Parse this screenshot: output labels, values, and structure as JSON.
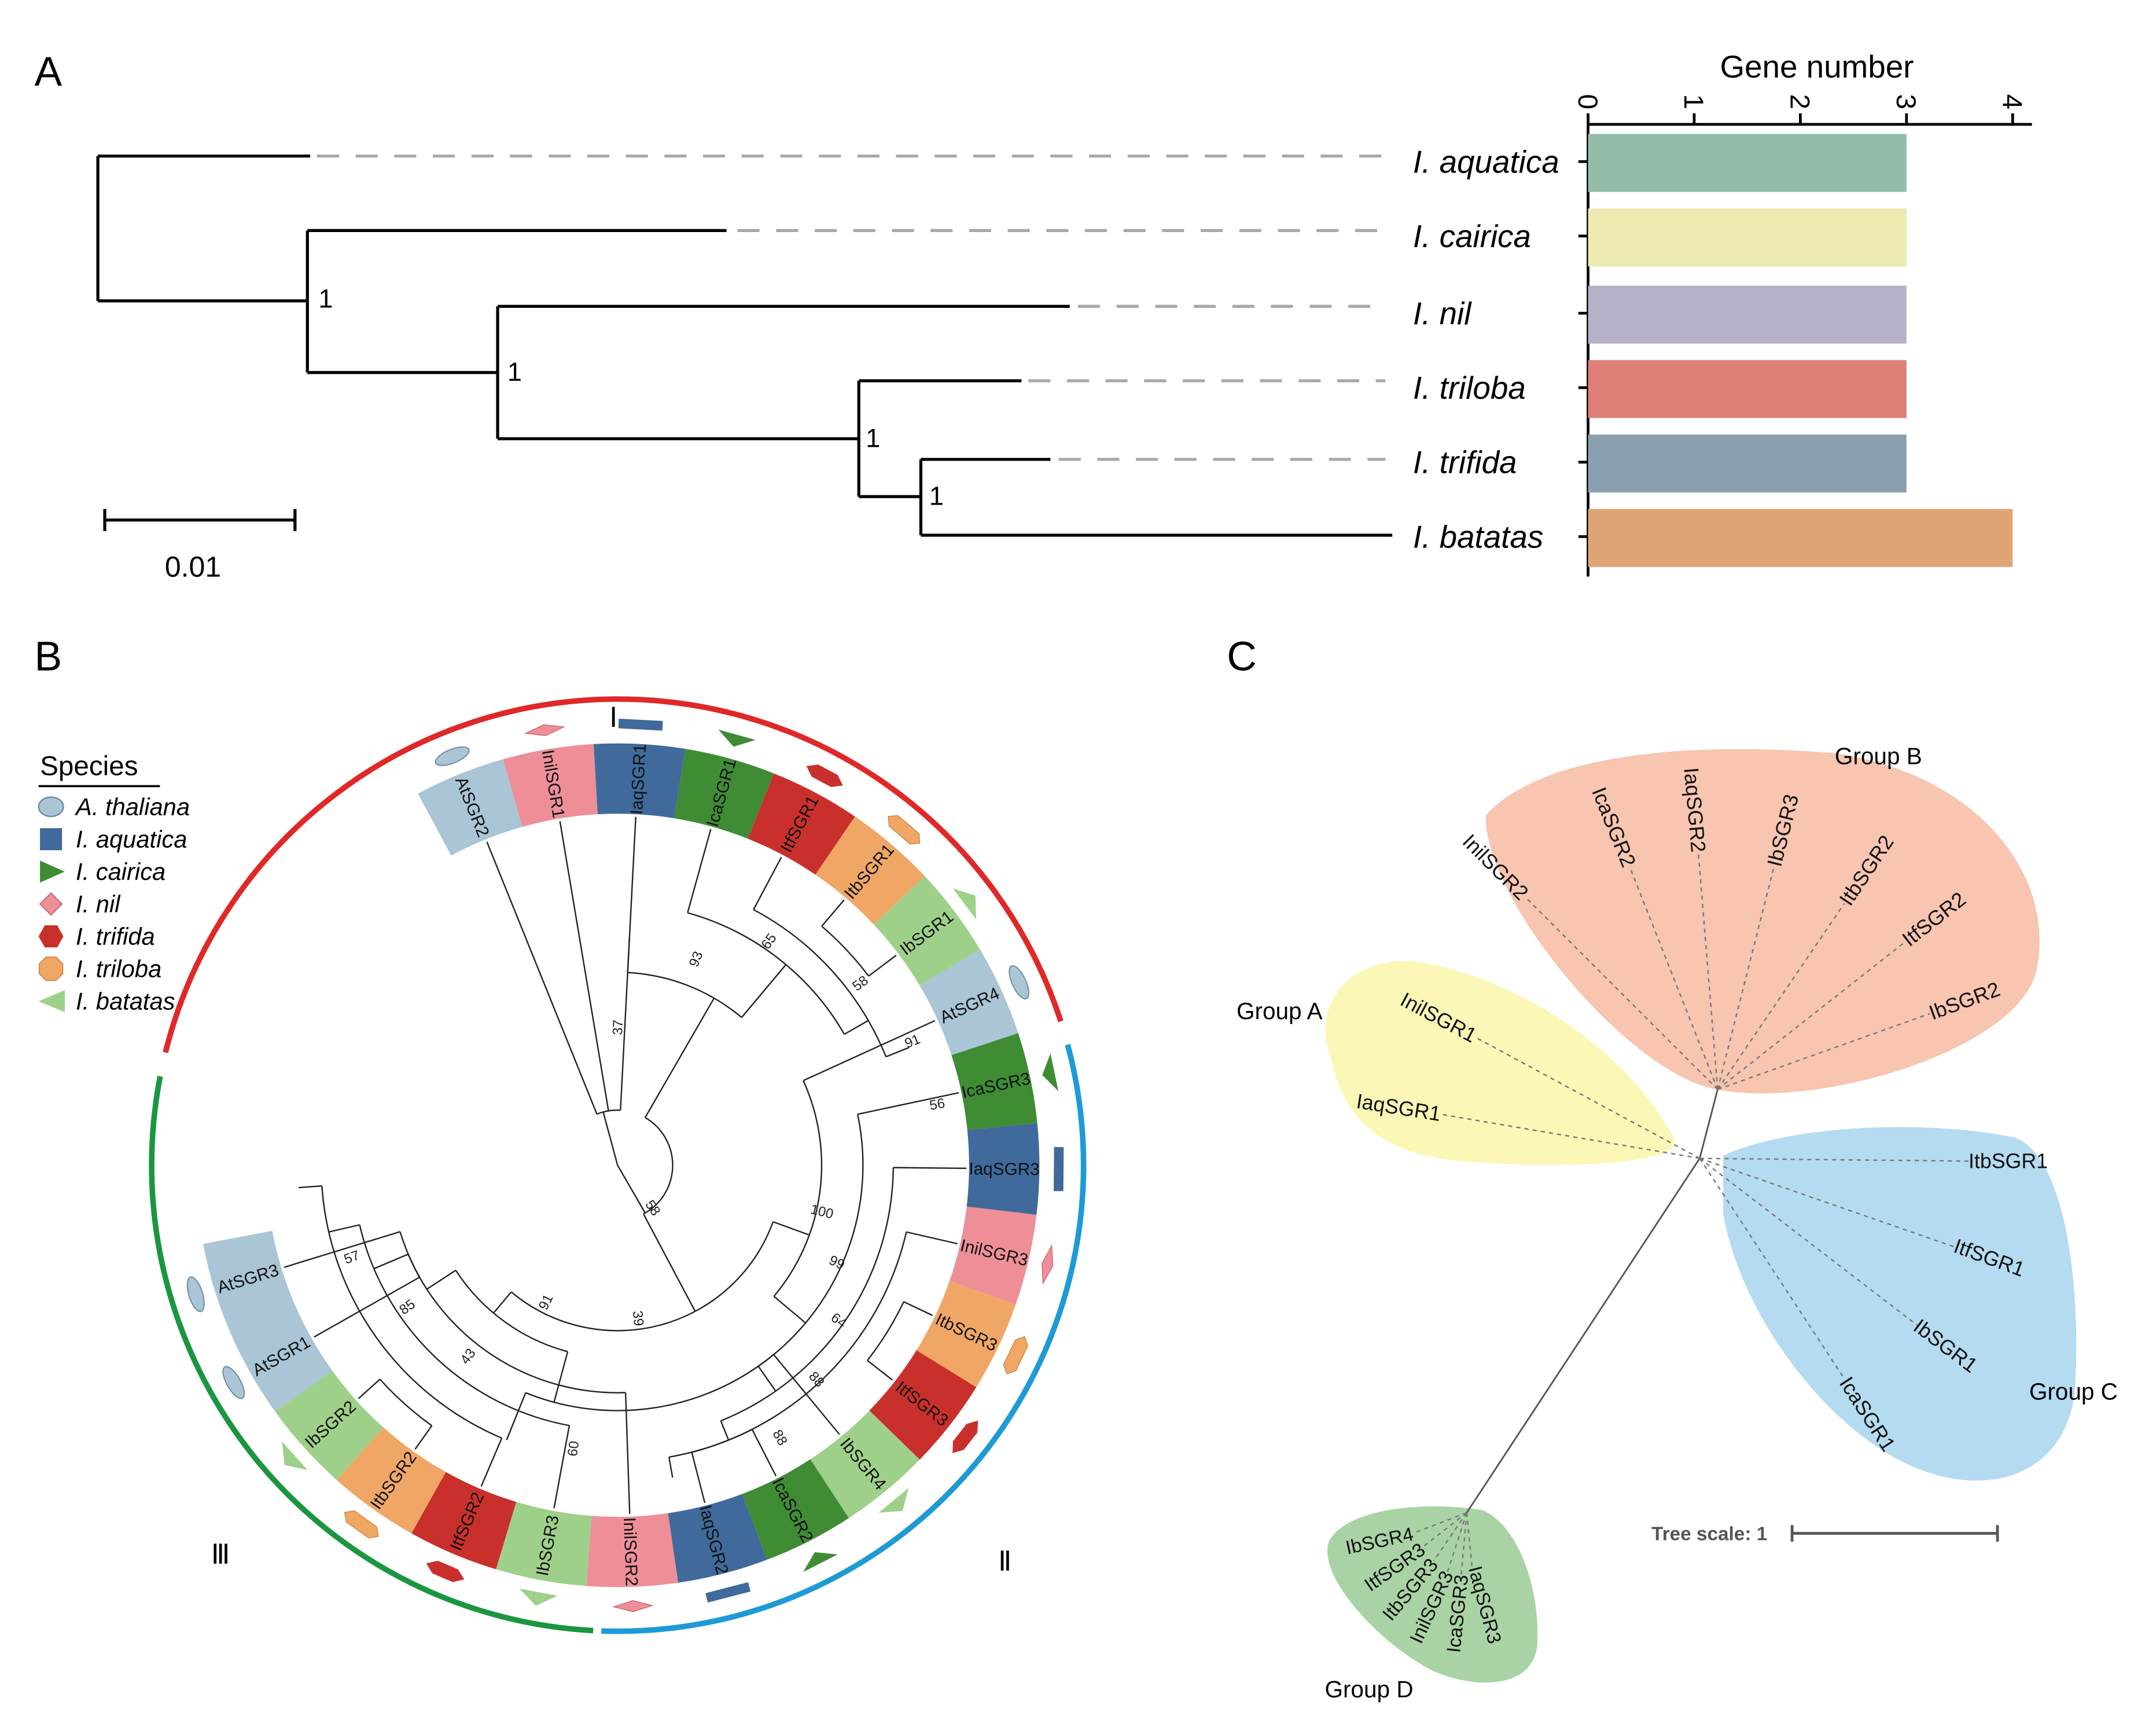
{
  "panels": {
    "a": "A",
    "b": "B",
    "c": "C"
  },
  "panel_a": {
    "axis_title": "Gene number",
    "ticks": [
      "0",
      "1",
      "2",
      "3",
      "4"
    ],
    "scale_label": "0.01",
    "species": [
      {
        "name": "I. aquatica",
        "genes": 3,
        "color": "#93bca9"
      },
      {
        "name": "I. cairica",
        "genes": 3,
        "color": "#ebebb1"
      },
      {
        "name": "I. nil",
        "genes": 3,
        "color": "#b8afc8"
      },
      {
        "name": "I. triloba",
        "genes": 3,
        "color": "#de7f78"
      },
      {
        "name": "I. trifida",
        "genes": 3,
        "color": "#8aa0b0"
      },
      {
        "name": "I. batatas",
        "genes": 4,
        "color": "#e0a474"
      }
    ],
    "node_support": [
      "1",
      "1",
      "1",
      "1"
    ]
  },
  "panel_b": {
    "legend_title": "Species",
    "legend": [
      {
        "label": "A. thaliana",
        "icon": "ellipse-icon",
        "color": "#a9c5d6"
      },
      {
        "label": "I. aquatica",
        "icon": "square-icon",
        "color": "#3f6a9b"
      },
      {
        "label": "I. cairica",
        "icon": "triangle-right-icon",
        "color": "#3f8c35"
      },
      {
        "label": "I. nil",
        "icon": "diamond-icon",
        "color": "#ee8f98"
      },
      {
        "label": "I. trifida",
        "icon": "hexagon-icon",
        "color": "#c9302b"
      },
      {
        "label": "I. triloba",
        "icon": "octagon-icon",
        "color": "#f0a766"
      },
      {
        "label": "I. batatas",
        "icon": "triangle-left-icon",
        "color": "#9fd08a"
      }
    ],
    "clade_labels": [
      "Ⅰ",
      "Ⅱ",
      "Ⅲ"
    ],
    "clade_colors": [
      "#e02828",
      "#1e9ad6",
      "#1b9640"
    ],
    "leaves": [
      {
        "label": "AtSGR2",
        "species": 0
      },
      {
        "label": "InilSGR1",
        "species": 3
      },
      {
        "label": "IaqSGR1",
        "species": 1
      },
      {
        "label": "IcaSGR1",
        "species": 2
      },
      {
        "label": "ItfSGR1",
        "species": 4
      },
      {
        "label": "ItbSGR1",
        "species": 5
      },
      {
        "label": "IbSGR1",
        "species": 6
      },
      {
        "label": "AtSGR4",
        "species": 0
      },
      {
        "label": "IcaSGR3",
        "species": 2
      },
      {
        "label": "IaqSGR3",
        "species": 1
      },
      {
        "label": "InilSGR3",
        "species": 3
      },
      {
        "label": "ItbSGR3",
        "species": 5
      },
      {
        "label": "ItfSGR3",
        "species": 4
      },
      {
        "label": "IbSGR4",
        "species": 6
      },
      {
        "label": "IcaSGR2",
        "species": 2
      },
      {
        "label": "IaqSGR2",
        "species": 1
      },
      {
        "label": "InilSGR2",
        "species": 3
      },
      {
        "label": "IbSGR3",
        "species": 6
      },
      {
        "label": "ItfSGR2",
        "species": 4
      },
      {
        "label": "ItbSGR2",
        "species": 5
      },
      {
        "label": "IbSGR2",
        "species": 6
      },
      {
        "label": "AtSGR1",
        "species": 0
      },
      {
        "label": "AtSGR3",
        "species": 0
      }
    ],
    "bootstrap": [
      "37",
      "93",
      "65",
      "58",
      "91",
      "56",
      "58",
      "100",
      "99",
      "64",
      "88",
      "88",
      "39",
      "91",
      "60",
      "43",
      "85",
      "57"
    ]
  },
  "panel_c": {
    "groups": [
      {
        "name": "Group A",
        "color": "#fbf7b6",
        "members": [
          "InilSGR1",
          "IaqSGR1"
        ]
      },
      {
        "name": "Group B",
        "color": "#f7c5b0",
        "members": [
          "InilSGR2",
          "IcaSGR2",
          "IaqSGR2",
          "IbSGR3",
          "ItbSGR2",
          "ItfSGR2",
          "IbSGR2"
        ]
      },
      {
        "name": "Group C",
        "color": "#b5dbf0",
        "members": [
          "ItbSGR1",
          "ItfSGR1",
          "IbSGR1",
          "IcaSGR1"
        ]
      },
      {
        "name": "Group D",
        "color": "#a9d3a5",
        "members": [
          "IbSGR4",
          "ItfSGR3",
          "ItbSGR3",
          "InilSGR3",
          "IcaSGR3",
          "IaqSGR3"
        ]
      }
    ],
    "tree_scale": "Tree scale: 1"
  }
}
